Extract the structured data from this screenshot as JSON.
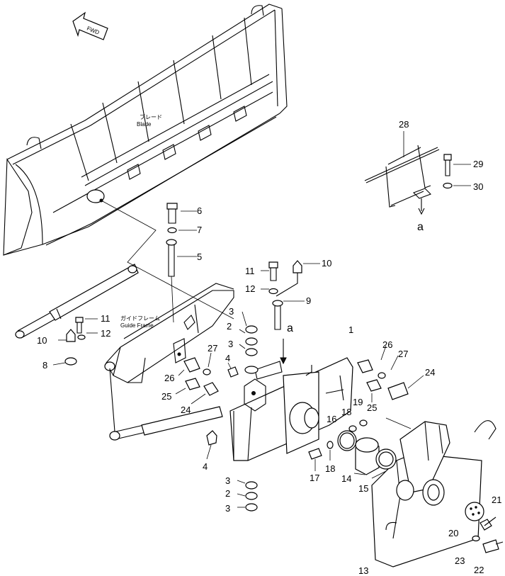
{
  "labels": {
    "fwd": "FWD",
    "blade_jp": "ブレード",
    "blade_en": "Blade",
    "guide_frame_jp": "ガイドフレーム",
    "guide_frame_en": "Guide  Frame",
    "view_a_top": "a",
    "view_a_mid": "a"
  },
  "callouts": {
    "c1": "1",
    "c2a": "2",
    "c2b": "2",
    "c3a": "3",
    "c3b": "3",
    "c3c": "3",
    "c3d": "3",
    "c4a": "4",
    "c4b": "4",
    "c5": "5",
    "c6": "6",
    "c7": "7",
    "c8": "8",
    "c9": "9",
    "c10a": "10",
    "c10b": "10",
    "c11a": "11",
    "c11b": "11",
    "c12a": "12",
    "c12b": "12",
    "c13": "13",
    "c14": "14",
    "c15": "15",
    "c16": "16",
    "c17": "17",
    "c18a": "18",
    "c18b": "18",
    "c19": "19",
    "c20": "20",
    "c21": "21",
    "c22": "22",
    "c23": "23",
    "c24a": "24",
    "c24b": "24",
    "c25a": "25",
    "c25b": "25",
    "c26a": "26",
    "c26b": "26",
    "c27a": "27",
    "c27b": "27",
    "c28": "28",
    "c29": "29",
    "c30": "30"
  }
}
